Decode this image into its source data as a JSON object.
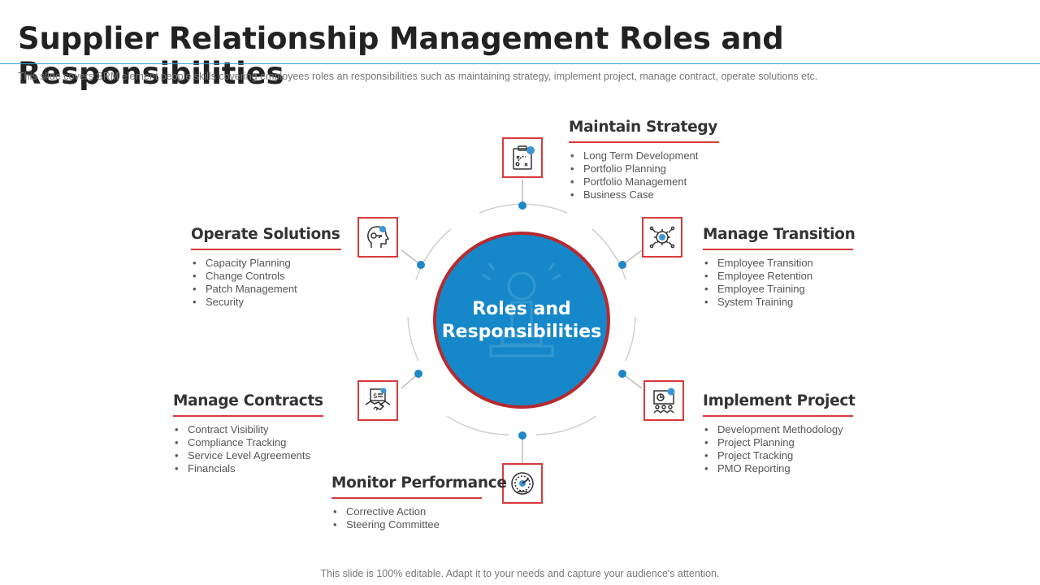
{
  "header": {
    "title": "Supplier Relationship Management Roles and Responsibilities",
    "subtitle": "This slide covers SRM element people skills covering  employees roles an responsibilities such as maintaining strategy, implement project, manage contract, operate solutions etc."
  },
  "hub": {
    "line1": "Roles and",
    "line2": "Responsibilities",
    "icon": "award-person-icon"
  },
  "colors": {
    "accent_red": "#d93a3a",
    "hub_blue": "#1688c9",
    "dot_blue": "#1f86c8",
    "title_rule": "#3a9fd6"
  },
  "roles": [
    {
      "title": "Maintain Strategy",
      "icon": "strategy-clipboard-icon",
      "items": [
        "Long Term Development",
        "Portfolio Planning",
        "Portfolio Management",
        "Business Case"
      ]
    },
    {
      "title": "Manage Transition",
      "icon": "gear-network-icon",
      "items": [
        "Employee Transition",
        "Employee Retention",
        "Employee Training",
        "System Training"
      ]
    },
    {
      "title": "Implement Project",
      "icon": "presentation-team-icon",
      "items": [
        "Development  Methodology",
        "Project Planning",
        "Project Tracking",
        "PMO Reporting"
      ]
    },
    {
      "title": "Monitor Performance",
      "icon": "gauge-dial-icon",
      "items": [
        "Corrective  Action",
        "Steering Committee"
      ]
    },
    {
      "title": "Manage Contracts",
      "icon": "handshake-contract-icon",
      "items": [
        "Contract Visibility",
        "Compliance  Tracking",
        "Service  Level  Agreements",
        "Financials"
      ]
    },
    {
      "title": "Operate Solutions",
      "icon": "head-key-icon",
      "items": [
        "Capacity Planning",
        "Change  Controls",
        "Patch Management",
        "Security"
      ]
    }
  ],
  "footer": {
    "text": "This slide is 100% editable. Adapt it to your needs and capture your audience's attention."
  }
}
